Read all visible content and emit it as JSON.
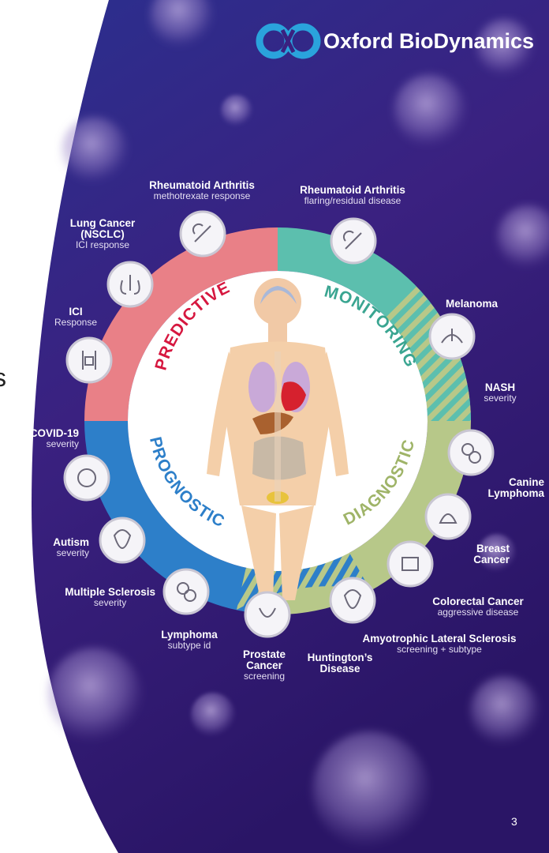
{
  "brand": {
    "name": "Oxford BioDynamics",
    "colors": {
      "blue": "#2a9fd8",
      "white": "#ffffff"
    }
  },
  "page_number": "3",
  "cut_off_text": "s",
  "segments": [
    {
      "id": "predictive",
      "label": "PREDICTIVE",
      "color": "#e98087",
      "text_color": "#d6173f"
    },
    {
      "id": "monitoring",
      "label": "MONITORING",
      "color": "#5cbfae",
      "text_color": "#3aa591"
    },
    {
      "id": "diagnostic",
      "label": "DIAGNOSTIC",
      "color": "#b7c889",
      "text_color": "#9fb468"
    },
    {
      "id": "prognostic",
      "label": "PROGNOSTIC",
      "color": "#2d7fc9",
      "text_color": "#2d7fc9"
    }
  ],
  "conditions": {
    "ra_methotrexate": {
      "title": "Rheumatoid Arthritis",
      "sub": "methotrexate response",
      "icon": "joint-icon"
    },
    "ra_flaring": {
      "title": "Rheumatoid Arthritis",
      "sub": "flaring/residual disease",
      "icon": "joint-icon"
    },
    "lung_cancer": {
      "title": "Lung Cancer\n(NSCLC)",
      "sub": "ICI response",
      "icon": "lungs-icon"
    },
    "ici": {
      "title": "ICI",
      "sub": "Response",
      "icon": "iv-drip-icon"
    },
    "melanoma": {
      "title": "Melanoma",
      "sub": "",
      "icon": "skin-icon"
    },
    "nash": {
      "title": "NASH",
      "sub": "severity",
      "icon": ""
    },
    "covid": {
      "title": "COVID-19",
      "sub": "severity",
      "icon": "virus-icon"
    },
    "canine_lymphoma": {
      "title": "Canine\nLymphoma",
      "sub": "",
      "icon": "cells-icon"
    },
    "autism": {
      "title": "Autism",
      "sub": "severity",
      "icon": "brain-icon"
    },
    "breast_cancer": {
      "title": "Breast\nCancer",
      "sub": "",
      "icon": "breast-icon"
    },
    "ms": {
      "title": "Multiple Sclerosis",
      "sub": "severity",
      "icon": ""
    },
    "colorectal": {
      "title": "Colorectal Cancer",
      "sub": "aggressive disease",
      "icon": "intestine-icon"
    },
    "lymphoma": {
      "title": "Lymphoma",
      "sub": "subtype id",
      "icon": "cells-icon"
    },
    "als": {
      "title": "Amyotrophic Lateral Sclerosis",
      "sub": "screening + subtype",
      "icon": "brain-icon"
    },
    "prostate": {
      "title": "Prostate\nCancer",
      "sub": "screening",
      "icon": "prostate-icon"
    },
    "huntingtons": {
      "title": "Huntington’s\nDisease",
      "sub": "",
      "icon": "brain-icon"
    }
  }
}
